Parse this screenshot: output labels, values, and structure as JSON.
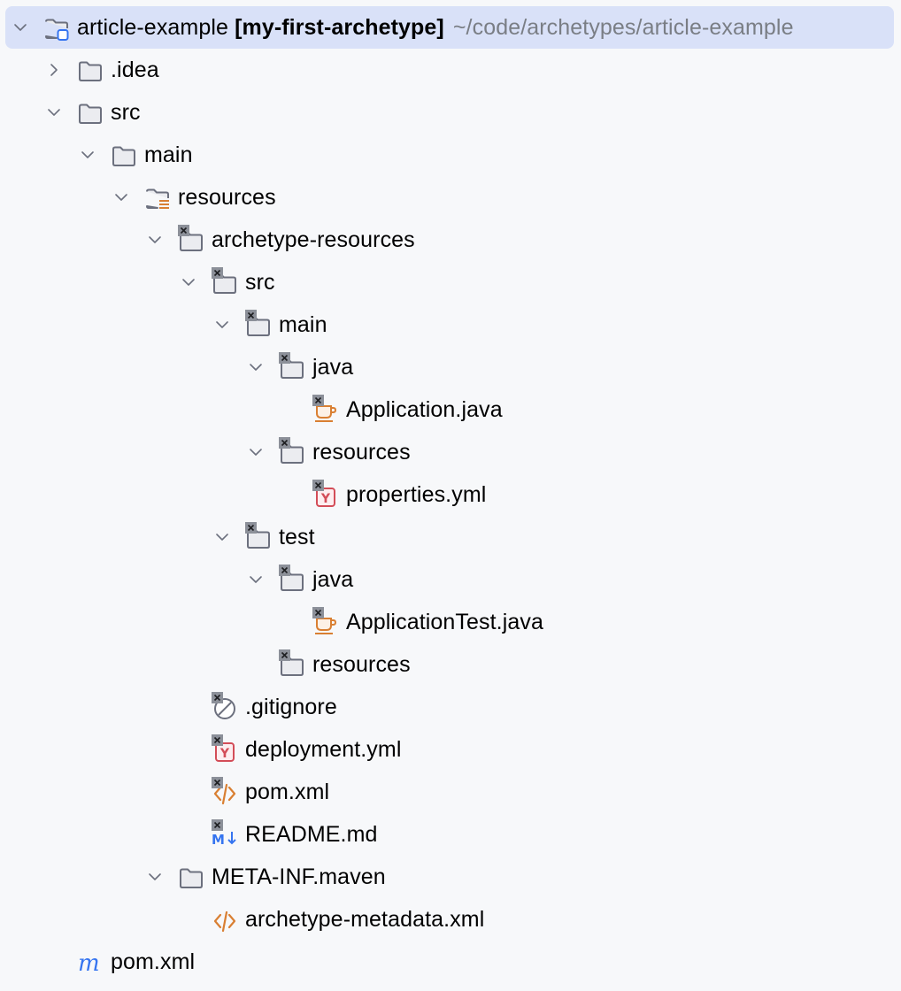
{
  "project_tree": {
    "colors": {
      "selection": "#D9E1F8",
      "folder_stroke": "#6C707E",
      "folder_fill": "#EBECF0",
      "excluded_badge": "#8C9099",
      "java": "#D97F32",
      "yaml": "#D34D58",
      "xml": "#D97F32",
      "markdown": "#3574F0",
      "maven": "#3574F0",
      "path_text": "#7A7E85"
    },
    "rows": [
      {
        "depth": 0,
        "chevron": "down",
        "icon": "module-folder-icon",
        "excluded": false,
        "name": "article-example",
        "bold_suffix": "[my-first-archetype]",
        "path": "~/code/archetypes/article-example",
        "selected": true
      },
      {
        "depth": 1,
        "chevron": "right",
        "icon": "folder-icon",
        "excluded": false,
        "name": ".idea"
      },
      {
        "depth": 1,
        "chevron": "down",
        "icon": "folder-icon",
        "excluded": false,
        "name": "src"
      },
      {
        "depth": 2,
        "chevron": "down",
        "icon": "folder-icon",
        "excluded": false,
        "name": "main"
      },
      {
        "depth": 3,
        "chevron": "down",
        "icon": "resources-folder-icon",
        "excluded": false,
        "name": "resources"
      },
      {
        "depth": 4,
        "chevron": "down",
        "icon": "folder-icon",
        "excluded": true,
        "name": "archetype-resources"
      },
      {
        "depth": 5,
        "chevron": "down",
        "icon": "folder-icon",
        "excluded": true,
        "name": "src"
      },
      {
        "depth": 6,
        "chevron": "down",
        "icon": "folder-icon",
        "excluded": true,
        "name": "main"
      },
      {
        "depth": 7,
        "chevron": "down",
        "icon": "folder-icon",
        "excluded": true,
        "name": "java"
      },
      {
        "depth": 8,
        "chevron": "none",
        "icon": "java-class-icon",
        "excluded": true,
        "name": "Application.java"
      },
      {
        "depth": 7,
        "chevron": "down",
        "icon": "folder-icon",
        "excluded": true,
        "name": "resources"
      },
      {
        "depth": 8,
        "chevron": "none",
        "icon": "yaml-file-icon",
        "excluded": true,
        "name": "properties.yml"
      },
      {
        "depth": 6,
        "chevron": "down",
        "icon": "folder-icon",
        "excluded": true,
        "name": "test"
      },
      {
        "depth": 7,
        "chevron": "down",
        "icon": "folder-icon",
        "excluded": true,
        "name": "java"
      },
      {
        "depth": 8,
        "chevron": "none",
        "icon": "java-class-icon",
        "excluded": true,
        "name": "ApplicationTest.java"
      },
      {
        "depth": 7,
        "chevron": "none",
        "icon": "folder-icon",
        "excluded": true,
        "name": "resources"
      },
      {
        "depth": 5,
        "chevron": "none",
        "icon": "gitignore-file-icon",
        "excluded": true,
        "name": ".gitignore"
      },
      {
        "depth": 5,
        "chevron": "none",
        "icon": "yaml-file-icon",
        "excluded": true,
        "name": "deployment.yml"
      },
      {
        "depth": 5,
        "chevron": "none",
        "icon": "xml-file-icon",
        "excluded": true,
        "name": "pom.xml"
      },
      {
        "depth": 5,
        "chevron": "none",
        "icon": "markdown-file-icon",
        "excluded": true,
        "name": "README.md"
      },
      {
        "depth": 4,
        "chevron": "down",
        "icon": "folder-icon",
        "excluded": false,
        "name": "META-INF.maven"
      },
      {
        "depth": 5,
        "chevron": "none",
        "icon": "xml-file-icon",
        "excluded": false,
        "name": "archetype-metadata.xml"
      },
      {
        "depth": 1,
        "chevron": "none",
        "icon": "maven-file-icon",
        "excluded": false,
        "name": "pom.xml"
      }
    ]
  }
}
